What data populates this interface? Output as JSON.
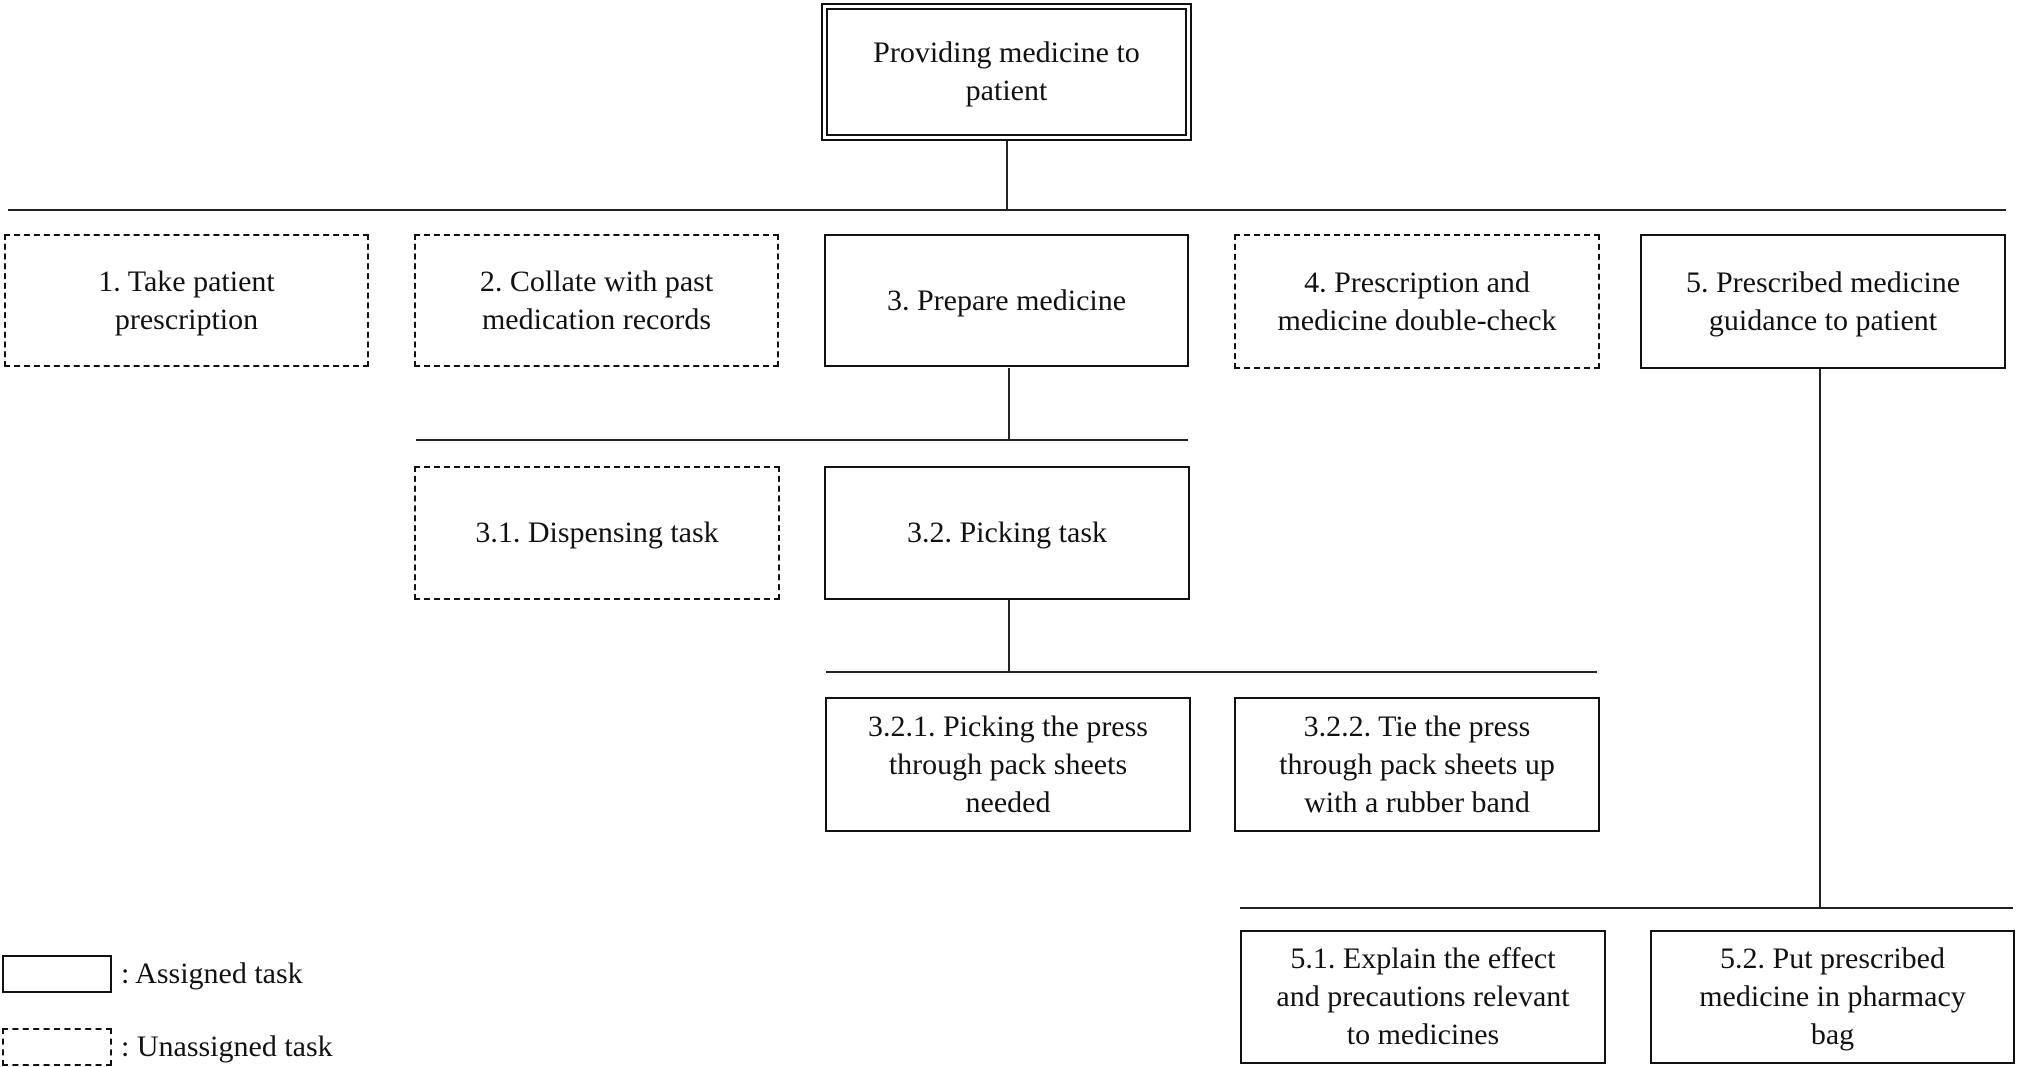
{
  "root": {
    "label": "Providing medicine to\npatient"
  },
  "tasks": {
    "t1": {
      "label": "1. Take patient\nprescription",
      "status": "unassigned"
    },
    "t2": {
      "label": "2. Collate with past\nmedication records",
      "status": "unassigned"
    },
    "t3": {
      "label": "3. Prepare medicine",
      "status": "assigned"
    },
    "t4": {
      "label": "4. Prescription and\nmedicine double-check",
      "status": "unassigned"
    },
    "t5": {
      "label": "5. Prescribed medicine\nguidance to patient",
      "status": "assigned"
    },
    "t3_1": {
      "label": "3.1. Dispensing task",
      "status": "unassigned"
    },
    "t3_2": {
      "label": "3.2. Picking task",
      "status": "assigned"
    },
    "t3_2_1": {
      "label": "3.2.1. Picking the press\nthrough pack sheets\nneeded",
      "status": "assigned"
    },
    "t3_2_2": {
      "label": "3.2.2. Tie the press\nthrough pack sheets up\nwith a rubber band",
      "status": "assigned"
    },
    "t5_1": {
      "label": "5.1. Explain the effect\nand precautions relevant\nto medicines",
      "status": "assigned"
    },
    "t5_2": {
      "label": "5.2. Put prescribed\nmedicine in pharmacy\nbag",
      "status": "assigned"
    }
  },
  "legend": {
    "assigned": ": Assigned task",
    "unassigned": ": Unassigned task"
  }
}
